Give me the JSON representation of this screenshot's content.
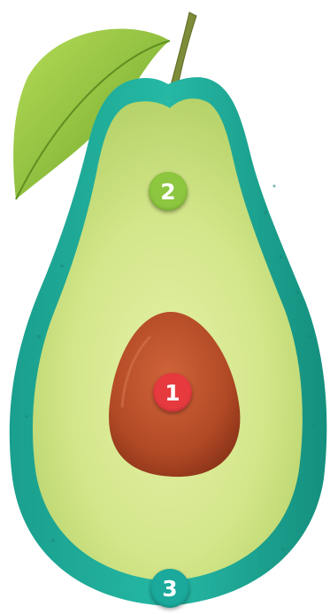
{
  "illustration": {
    "subject": "avocado-half-cross-section",
    "colors": {
      "skin": "#1fae9c",
      "skin_dark": "#139180",
      "flesh": "#cbe07e",
      "flesh_center": "#e2ef9f",
      "pit": "#b9502a",
      "leaf": "#8cc63f",
      "stem": "#7f8f3a"
    }
  },
  "markers": [
    {
      "id": "pit",
      "label": "1",
      "color": "#e63a3f",
      "icon": "numbered-circle"
    },
    {
      "id": "flesh",
      "label": "2",
      "color": "#8dc63f",
      "icon": "numbered-circle"
    },
    {
      "id": "skin",
      "label": "3",
      "color": "#1aa99b",
      "icon": "numbered-circle"
    }
  ]
}
